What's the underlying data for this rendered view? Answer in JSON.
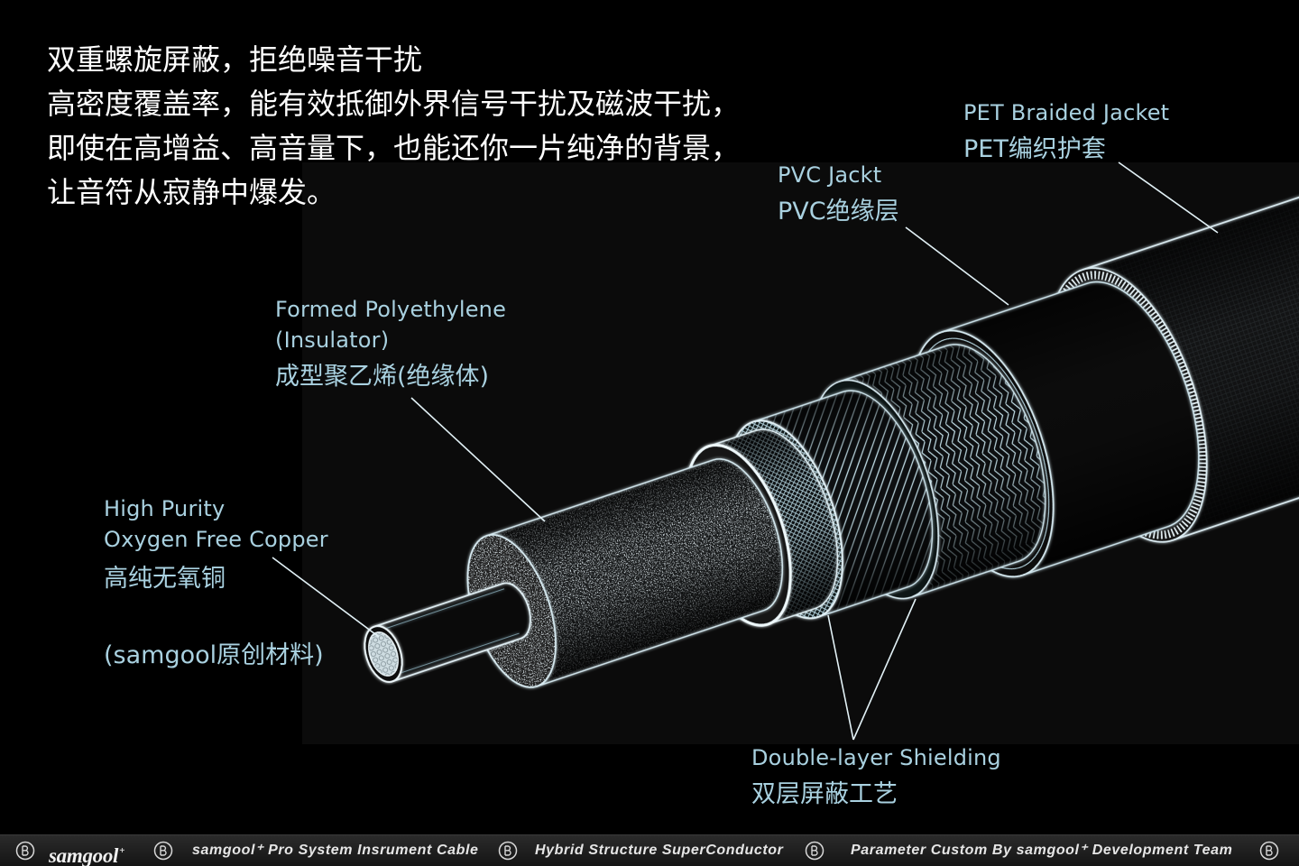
{
  "headline": {
    "lines": [
      "双重螺旋屏蔽，拒绝噪音干扰",
      "高密度覆盖率，能有效抵御外界信号干扰及磁波干扰，",
      "即使在高增益、高音量下，也能还你一片纯净的背景，",
      "让音符从寂静中爆发。"
    ]
  },
  "labels": {
    "pet": {
      "en": "PET Braided Jacket",
      "zh": "PET编织护套"
    },
    "pvc": {
      "en": "PVC Jackt",
      "zh": "PVC绝缘层"
    },
    "foam": {
      "en_line1": "Formed Polyethylene",
      "en_line2": "(Insulator)",
      "zh": "成型聚乙烯(绝缘体)"
    },
    "copper": {
      "en_line1": "High Purity",
      "en_line2": "Oxygen Free Copper",
      "zh": "高纯无氧铜",
      "note": "(samgool原创材料)"
    },
    "shielding": {
      "en": "Double-layer Shielding",
      "zh": "双层屏蔽工艺"
    }
  },
  "footer": {
    "logo": "samgool",
    "logo_mark": "+",
    "items": [
      "samgool⁺ Pro System Insrument Cable",
      "Hybrid Structure SuperConductor",
      "Parameter Custom By samgool⁺ Development Team"
    ],
    "emblem_icon": "brand-emblem-icon"
  },
  "colors": {
    "background": "#000000",
    "headline": "#ffffff",
    "label": "#a9d1e0",
    "line": "#e2f1f6",
    "footer_bg": "#1c1c1c",
    "footer_text": "#e6e6e6"
  }
}
